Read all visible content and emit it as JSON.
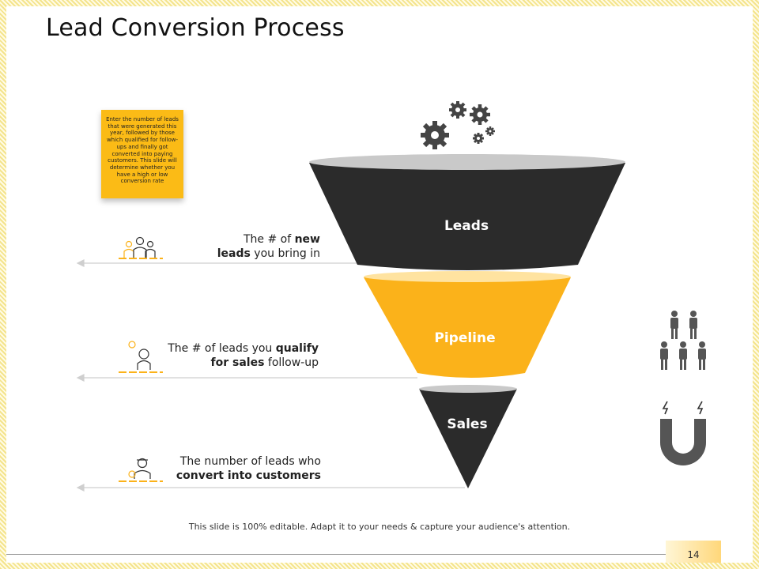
{
  "slide": {
    "title": "Lead Conversion Process",
    "note": "Enter the number of leads that were generated this year, followed by those which qualified for follow-ups and finally got converted into paying customers. This slide will determine whether you have a high or low conversion rate",
    "footer": "This slide is 100% editable. Adapt it to your needs & capture your audience's attention.",
    "page_number": "14"
  },
  "funnel": {
    "stages": [
      {
        "label": "Leads",
        "color": "#2b2b2b"
      },
      {
        "label": "Pipeline",
        "color": "#fbb21a"
      },
      {
        "label": "Sales",
        "color": "#2b2b2b"
      }
    ],
    "rim_color": "#c9c9c9"
  },
  "descriptions": [
    {
      "pre": "The # of ",
      "bold": "new",
      "mid": "leads",
      "post": " you bring in"
    },
    {
      "pre": "The # of leads you ",
      "bold": "qualify",
      "mid": "for sales",
      "post": " follow-up"
    },
    {
      "pre": "The number of leads who",
      "mid": "convert into customers"
    }
  ],
  "icons": [
    "gears-icon",
    "team-icon",
    "woman-icon",
    "customer-icon",
    "people-group-icon",
    "magnet-icon"
  ],
  "colors": {
    "accent": "#fbb21a",
    "dark": "#2b2b2b",
    "gray": "#555555"
  }
}
